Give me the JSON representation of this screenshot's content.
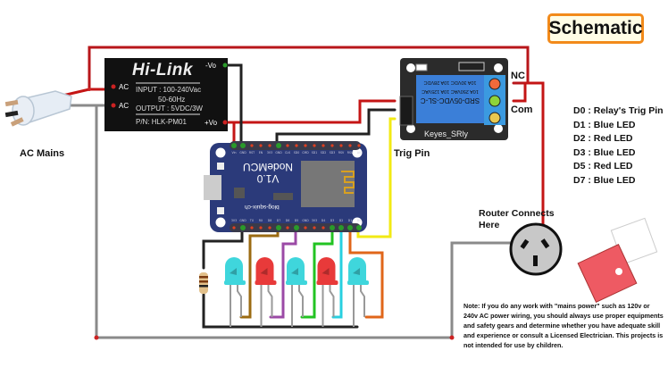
{
  "title": "Schematic",
  "labels": {
    "ac_mains": "AC Mains",
    "trig_pin": "Trig Pin",
    "router": "Router Connects Here",
    "router_line1": "Router Connects",
    "router_line2": "Here",
    "nc": "NC",
    "com": "Com"
  },
  "hilink": {
    "brand": "Hi-Link",
    "input": "INPUT : 100-240Vac",
    "freq": "50-60Hz",
    "output": "OUTPUT : 5VDC/3W",
    "pn": "P/N: HLK-PM01",
    "pins": {
      "ac1": "AC",
      "ac2": "AC",
      "vneg": "-Vo",
      "vpos": "+Vo"
    }
  },
  "relay": {
    "name": "Keyes_SRly",
    "model": "SRD-05VDC-SL-C",
    "rating1": "10A 250VAC 10A 125VAC",
    "rating2": "10A 30VDC 10A 28VDC"
  },
  "nodemcu": {
    "name": "NodeMCU",
    "version": "V1.0",
    "site": "blog-squix-ch",
    "top_pins": [
      "Vin",
      "GND",
      "RST",
      "EN",
      "3V3",
      "GND",
      "CLK",
      "SD0",
      "CMD",
      "SD1",
      "SD2",
      "SD3",
      "RSV",
      "RSV",
      "A0"
    ],
    "bottom_pins": [
      "3V3",
      "GND",
      "TX",
      "RX",
      "D8",
      "D7",
      "D6",
      "D5",
      "GND",
      "3V3",
      "D4",
      "D3",
      "D2",
      "D1",
      "D0"
    ]
  },
  "legend": [
    "D0 : Relay's Trig Pin",
    "D1 : Blue LED",
    "D2 : Red LED",
    "D3 : Blue LED",
    "D5 : Red LED",
    "D7 : Blue LED"
  ],
  "leds": [
    {
      "color": "blue",
      "pin": "D7",
      "hex": "#3fd6dc",
      "wire": "#9b6b12"
    },
    {
      "color": "red",
      "pin": "D5",
      "hex": "#e83a3a",
      "wire": "#9b4aa6"
    },
    {
      "color": "blue",
      "pin": "D3",
      "hex": "#3fd6dc",
      "wire": "#22c322"
    },
    {
      "color": "red",
      "pin": "D2",
      "hex": "#e83a3a",
      "wire": "#28d0e0"
    },
    {
      "color": "blue",
      "pin": "D1",
      "hex": "#3fd6dc",
      "wire": "#e0661a"
    }
  ],
  "note": {
    "lead": "Note",
    "text": ": If you do any work with \"mains power\" such as 120v or 240v AC power wiring, you should always use proper equipments and safety gears and determine whether you have adequate skill and experience or consult a Licensed Electrician. This projects is not intended for use by children."
  },
  "colors": {
    "accent": "#f28a1a",
    "live_wire": "#c41515",
    "neutral_wire": "#8a8a8a",
    "gnd_wire": "#222222",
    "trig_wire": "#f2ea14",
    "board_blue": "#2b3a7a",
    "relay_blue": "#3b7fd8"
  }
}
